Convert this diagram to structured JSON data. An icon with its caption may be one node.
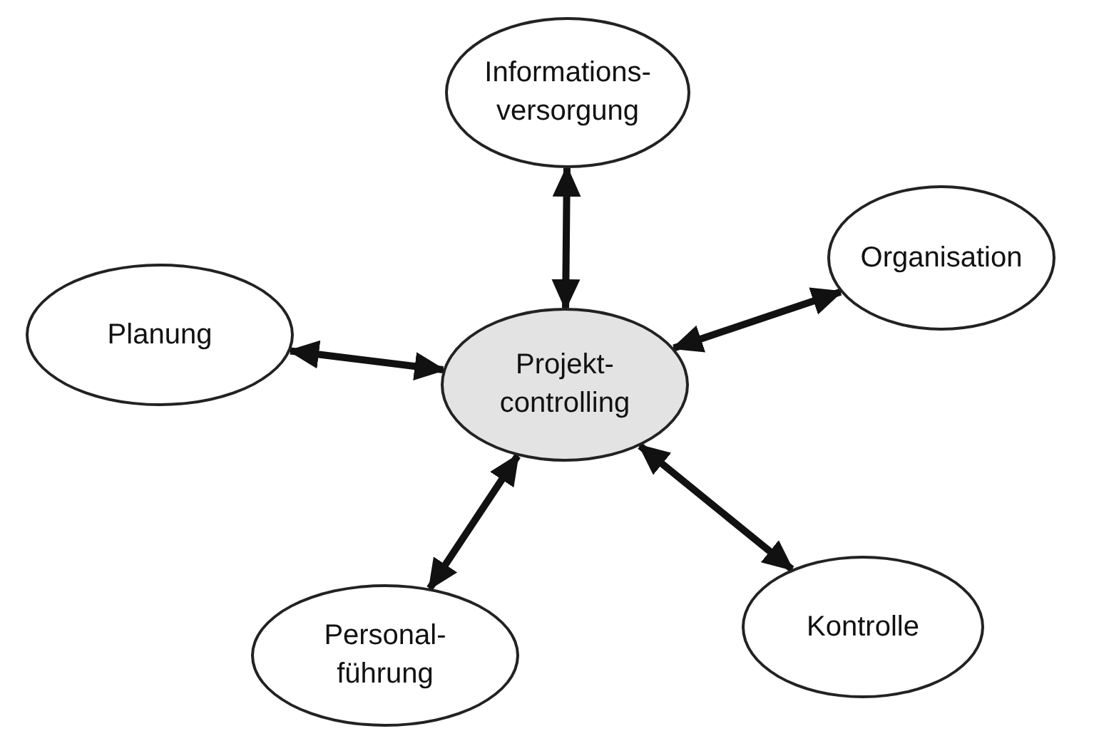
{
  "diagram": {
    "nodes": [
      {
        "text": [
          "Informations- versorgung"
        ]
      },
      {
        "text": [
          "Organisation"
        ]
      },
      {
        "text": [
          "Planung"
        ]
      },
      {
        "text": [
          "Projekt- controlling"
        ]
      },
      {
        "text": [
          "Personal- führung"
        ]
      },
      {
        "text": [
          "Kontrolle"
        ]
      }
    ],
    "edges": [
      {
        "from": 3,
        "to": 0,
        "arrow": "both"
      },
      {
        "from": 3,
        "to": 1,
        "arrow": "both"
      },
      {
        "from": 3,
        "to": 2,
        "arrow": "both"
      },
      {
        "from": 3,
        "to": 4,
        "arrow": "both"
      },
      {
        "from": 3,
        "to": 5,
        "arrow": "both"
      }
    ]
  }
}
